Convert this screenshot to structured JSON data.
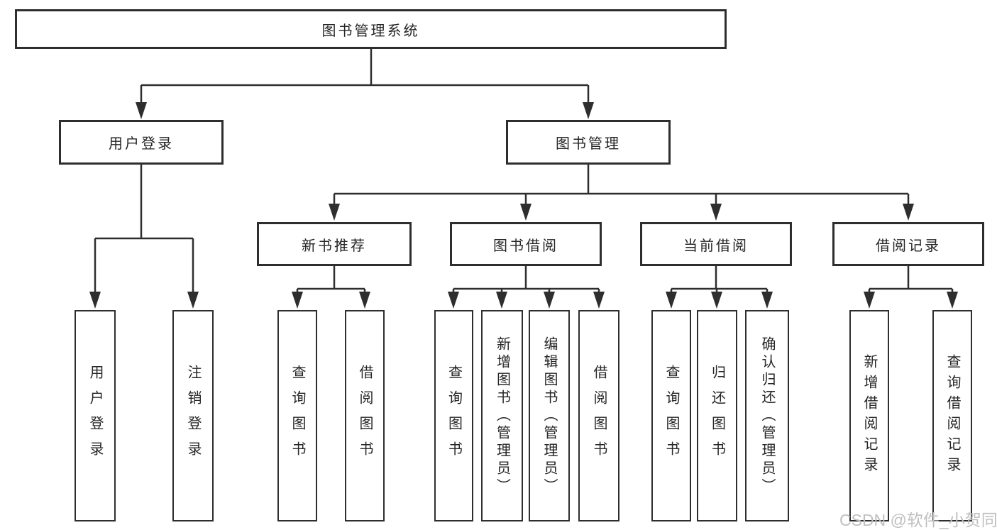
{
  "tree": {
    "label": "图书管理系统",
    "children": [
      {
        "label": "用户登录",
        "children": [
          {
            "label": "用户登录"
          },
          {
            "label": "注销登录"
          }
        ]
      },
      {
        "label": "图书管理",
        "children": [
          {
            "label": "新书推荐",
            "children": [
              {
                "label": "查询图书"
              },
              {
                "label": "借阅图书"
              }
            ]
          },
          {
            "label": "图书借阅",
            "children": [
              {
                "label": "查询图书"
              },
              {
                "label": "新增图书（管理员）"
              },
              {
                "label": "编辑图书（管理员）"
              },
              {
                "label": "借阅图书"
              }
            ]
          },
          {
            "label": "当前借阅",
            "children": [
              {
                "label": "查询图书"
              },
              {
                "label": "归还图书"
              },
              {
                "label": "确认归还（管理员）"
              }
            ]
          },
          {
            "label": "借阅记录",
            "children": [
              {
                "label": "新增借阅记录"
              },
              {
                "label": "查询借阅记录"
              }
            ]
          }
        ]
      }
    ]
  },
  "watermark": {
    "text": "CSDN @软件_小贺同学"
  },
  "colors": {
    "line": "#2e2e2e",
    "node_text": "#262626",
    "background": "#ffffff",
    "watermark": "#bfbfbf"
  }
}
